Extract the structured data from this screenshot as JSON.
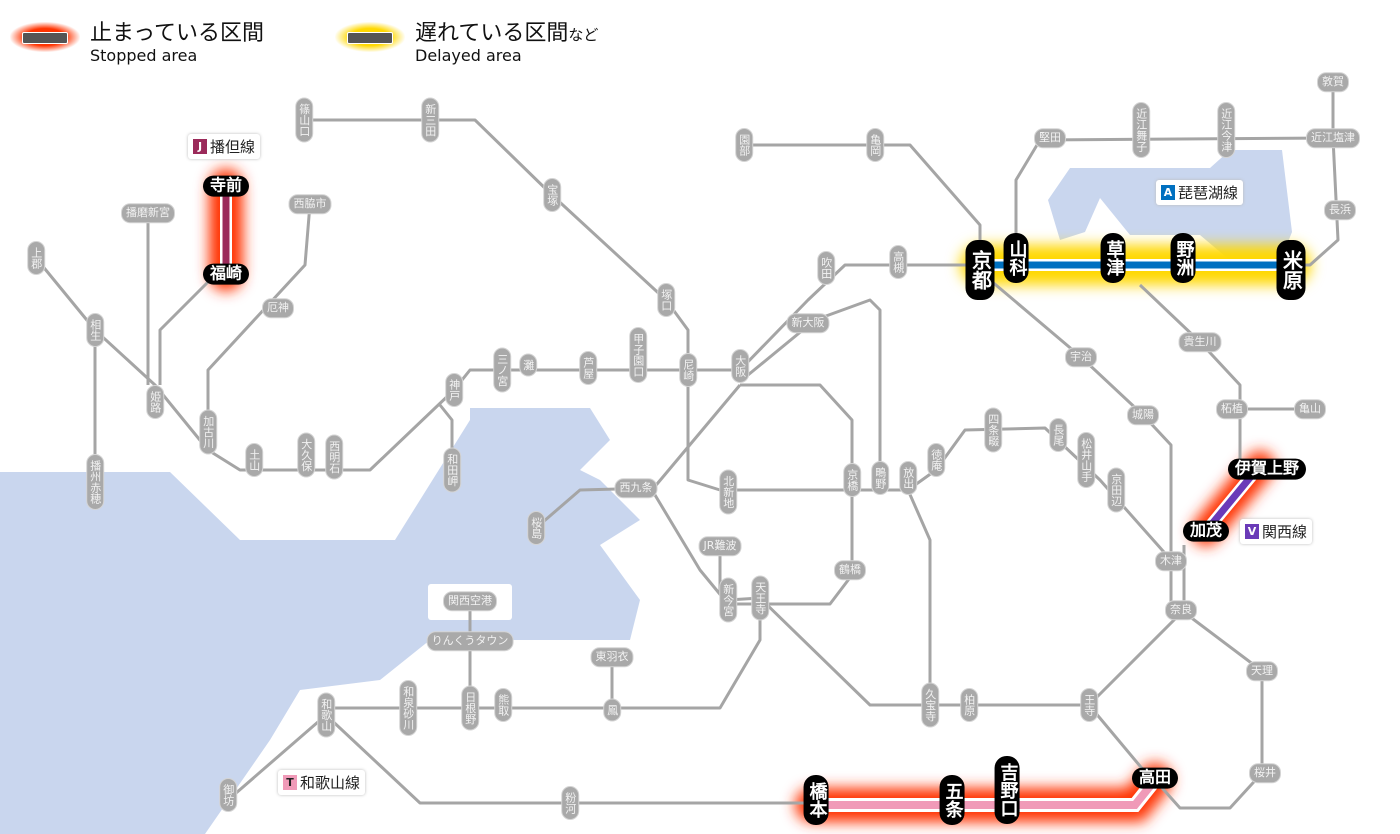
{
  "legend": {
    "stopped": {
      "jp": "止まっている区間",
      "en": "Stopped area",
      "color": "#ff3300"
    },
    "delayed": {
      "jp": "遅れている区間",
      "jp_suffix": "など",
      "en": "Delayed area",
      "color": "#ffd800"
    }
  },
  "line_labels": {
    "bantan": {
      "badge": "J",
      "name": "播但線",
      "color": "#9b2a5a"
    },
    "biwako": {
      "badge": "A",
      "name": "琵琶湖線",
      "color": "#0070c0"
    },
    "kansai": {
      "badge": "V",
      "name": "関西線",
      "color": "#6a3ab8"
    },
    "wakayama": {
      "badge": "T",
      "name": "和歌山線",
      "color": "#f09ab8"
    }
  },
  "stations": {
    "sasayamaguchi": {
      "name": "篠山口",
      "status": "normal"
    },
    "shinsanda": {
      "name": "新三田",
      "status": "normal"
    },
    "takarazuka": {
      "name": "宝塚",
      "status": "normal"
    },
    "tsukaguchi": {
      "name": "塚口",
      "status": "normal"
    },
    "amagasaki": {
      "name": "尼崎",
      "status": "normal"
    },
    "koshienguchi": {
      "name": "甲子園口",
      "status": "normal"
    },
    "ashiya": {
      "name": "芦屋",
      "status": "normal"
    },
    "nada": {
      "name": "灘",
      "status": "normal"
    },
    "sannomiya": {
      "name": "三ノ宮",
      "status": "normal"
    },
    "kobe": {
      "name": "神戸",
      "status": "normal"
    },
    "wadamisaki": {
      "name": "和田岬",
      "status": "normal"
    },
    "nishiakashi": {
      "name": "西明石",
      "status": "normal"
    },
    "okubo": {
      "name": "大久保",
      "status": "normal"
    },
    "tsuchiyama": {
      "name": "土山",
      "status": "normal"
    },
    "kakogawa": {
      "name": "加古川",
      "status": "normal"
    },
    "himeji": {
      "name": "姫路",
      "status": "normal"
    },
    "aioi": {
      "name": "相生",
      "status": "normal"
    },
    "kamigori": {
      "name": "上郡",
      "status": "normal"
    },
    "banshuako": {
      "name": "播州赤穂",
      "status": "normal"
    },
    "harimashingu": {
      "name": "播磨新宮",
      "status": "normal"
    },
    "nishiwakishi": {
      "name": "西脇市",
      "status": "normal"
    },
    "yakujin": {
      "name": "厄神",
      "status": "normal"
    },
    "teramae": {
      "name": "寺前",
      "status": "stopped"
    },
    "fukusaki": {
      "name": "福崎",
      "status": "stopped"
    },
    "sonobe": {
      "name": "園部",
      "status": "normal"
    },
    "kameoka": {
      "name": "亀岡",
      "status": "normal"
    },
    "suita": {
      "name": "吹田",
      "status": "normal"
    },
    "takatsuki": {
      "name": "高槻",
      "status": "normal"
    },
    "shinosaka": {
      "name": "新大阪",
      "status": "normal"
    },
    "osaka": {
      "name": "大阪",
      "status": "normal"
    },
    "nishikujo": {
      "name": "西九条",
      "status": "normal"
    },
    "sakurajima": {
      "name": "桜島",
      "status": "normal"
    },
    "kitashinchi": {
      "name": "北新地",
      "status": "normal"
    },
    "kyobashi": {
      "name": "京橋",
      "status": "normal"
    },
    "shigino": {
      "name": "鴫野",
      "status": "normal"
    },
    "hanaten": {
      "name": "放出",
      "status": "normal"
    },
    "tokuan": {
      "name": "徳庵",
      "status": "normal"
    },
    "shijonawate": {
      "name": "四条畷",
      "status": "normal"
    },
    "nagao": {
      "name": "長尾",
      "status": "normal"
    },
    "matsuiyamate": {
      "name": "松井山手",
      "status": "normal"
    },
    "kyotanabe": {
      "name": "京田辺",
      "status": "normal"
    },
    "jrnamba": {
      "name": "JR難波",
      "status": "normal"
    },
    "tsuruhashi": {
      "name": "鶴橋",
      "status": "normal"
    },
    "shinimamiya": {
      "name": "新今宮",
      "status": "normal"
    },
    "tennoji": {
      "name": "天王寺",
      "status": "normal"
    },
    "kansaiairport": {
      "name": "関西空港",
      "status": "normal"
    },
    "rinkutown": {
      "name": "りんくうタウン",
      "status": "normal"
    },
    "higashihagoromo": {
      "name": "東羽衣",
      "status": "normal"
    },
    "otori": {
      "name": "鳳",
      "status": "normal"
    },
    "kumatori": {
      "name": "熊取",
      "status": "normal"
    },
    "hineno": {
      "name": "日根野",
      "status": "normal"
    },
    "izumisunagawa": {
      "name": "和泉砂川",
      "status": "normal"
    },
    "wakayama": {
      "name": "和歌山",
      "status": "normal"
    },
    "gobo": {
      "name": "御坊",
      "status": "normal"
    },
    "kokawa": {
      "name": "粉河",
      "status": "normal"
    },
    "kyuhoji": {
      "name": "久宝寺",
      "status": "normal"
    },
    "kashiwara": {
      "name": "柏原",
      "status": "normal"
    },
    "oji": {
      "name": "王寺",
      "status": "normal"
    },
    "nara": {
      "name": "奈良",
      "status": "normal"
    },
    "kizu": {
      "name": "木津",
      "status": "normal"
    },
    "tenri": {
      "name": "天理",
      "status": "normal"
    },
    "sakurai": {
      "name": "桜井",
      "status": "normal"
    },
    "joyo": {
      "name": "城陽",
      "status": "normal"
    },
    "uji": {
      "name": "宇治",
      "status": "normal"
    },
    "kibukawa": {
      "name": "貴生川",
      "status": "normal"
    },
    "tsuge": {
      "name": "柘植",
      "status": "normal"
    },
    "kameyama": {
      "name": "亀山",
      "status": "normal"
    },
    "katata": {
      "name": "堅田",
      "status": "normal"
    },
    "omimaiko": {
      "name": "近江舞子",
      "status": "normal"
    },
    "omiimazu": {
      "name": "近江今津",
      "status": "normal"
    },
    "omishiotsu": {
      "name": "近江塩津",
      "status": "normal"
    },
    "tsuruga": {
      "name": "敦賀",
      "status": "normal"
    },
    "nagahama": {
      "name": "長浜",
      "status": "normal"
    },
    "kyoto": {
      "name": "京都",
      "status": "delayed"
    },
    "yamashina": {
      "name": "山科",
      "status": "delayed"
    },
    "kusatsu": {
      "name": "草津",
      "status": "delayed"
    },
    "yasu": {
      "name": "野洲",
      "status": "delayed"
    },
    "maibara": {
      "name": "米原",
      "status": "delayed"
    },
    "igaueno": {
      "name": "伊賀上野",
      "status": "stopped"
    },
    "kamo": {
      "name": "加茂",
      "status": "stopped"
    },
    "hashimoto": {
      "name": "橋本",
      "status": "stopped"
    },
    "gojo": {
      "name": "五条",
      "status": "stopped"
    },
    "yoshinoguchi": {
      "name": "吉野口",
      "status": "stopped"
    },
    "takada": {
      "name": "高田",
      "status": "stopped"
    }
  }
}
